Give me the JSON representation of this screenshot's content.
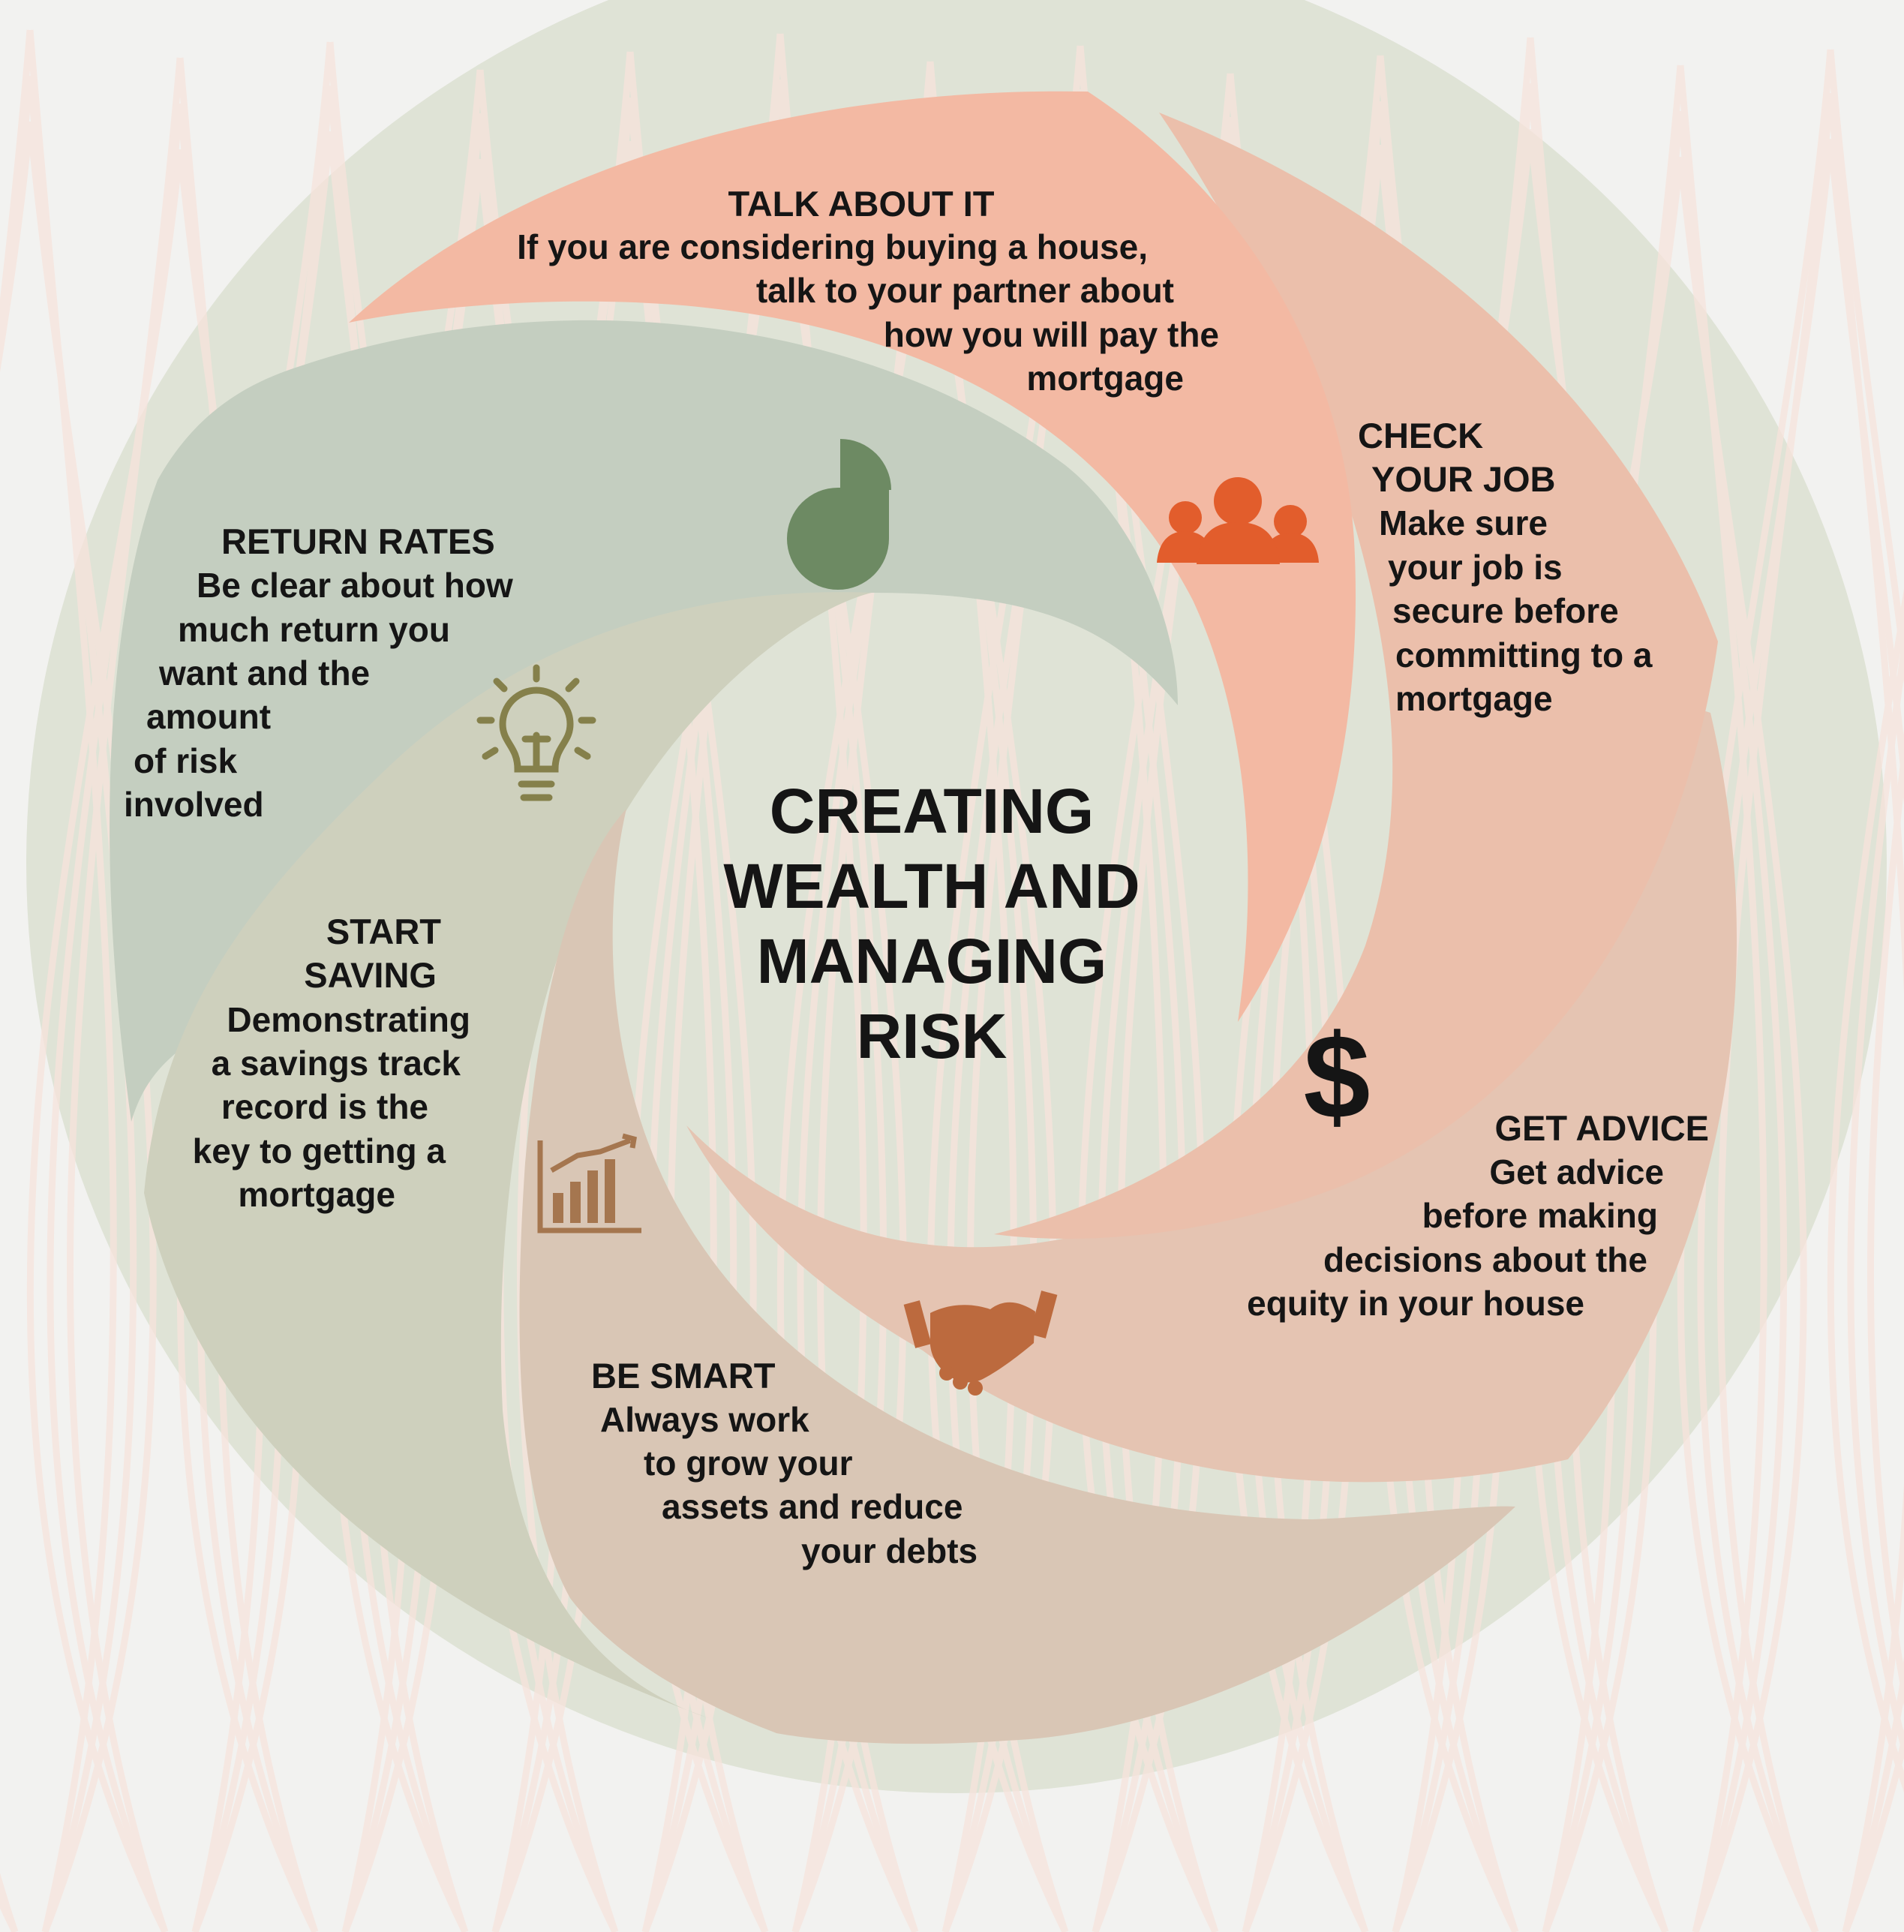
{
  "title": "CREATING WEALTH AND MANAGING RISK",
  "title_lines": [
    "CREATING",
    "WEALTH AND",
    "MANAGING",
    "RISK"
  ],
  "colors": {
    "outer_ring": "#dfe3d6",
    "salmon": "#f3b9a3",
    "pink": "#ebbfab",
    "peach": "#e5c4b2",
    "tan": "#d9c6b5",
    "khaki": "#ced0bd",
    "sage": "#c4cec0",
    "orange_icon": "#e25d2c",
    "copper_icon": "#bc6a3e",
    "brown_icon": "#a5764f",
    "olive_icon": "#85804b",
    "green_icon": "#6d8a63"
  },
  "sections": [
    {
      "id": "talk-about-it",
      "heading": "TALK ABOUT IT",
      "lines": [
        "If you are considering buying a house,",
        "talk to your partner about",
        "how you will pay the",
        "mortgage"
      ],
      "icon": "people-group-icon"
    },
    {
      "id": "check-your-job",
      "heading_lines": [
        "CHECK",
        "YOUR JOB"
      ],
      "lines": [
        "Make sure",
        "your job is",
        "secure before",
        "committing to a",
        "mortgage"
      ],
      "icon": "dollar-sign-icon"
    },
    {
      "id": "get-advice",
      "heading": "GET ADVICE",
      "lines": [
        "Get advice",
        "before making",
        "decisions about the",
        "equity in your house"
      ],
      "icon": "handshake-icon"
    },
    {
      "id": "be-smart",
      "heading": "BE SMART",
      "lines": [
        "Always work",
        "to grow your",
        "assets and reduce",
        "your debts"
      ],
      "icon": "bar-chart-growth-icon"
    },
    {
      "id": "start-saving",
      "heading_lines": [
        "START",
        "SAVING"
      ],
      "lines": [
        "Demonstrating",
        "a savings track",
        "record is the",
        "key to getting a",
        "mortgage"
      ],
      "icon": "lightbulb-icon"
    },
    {
      "id": "return-rates",
      "heading": "RETURN RATES",
      "lines": [
        "Be clear about how",
        "much return you",
        "want and the",
        "amount",
        "of risk",
        "involved"
      ],
      "icon": "pie-chart-icon"
    }
  ]
}
